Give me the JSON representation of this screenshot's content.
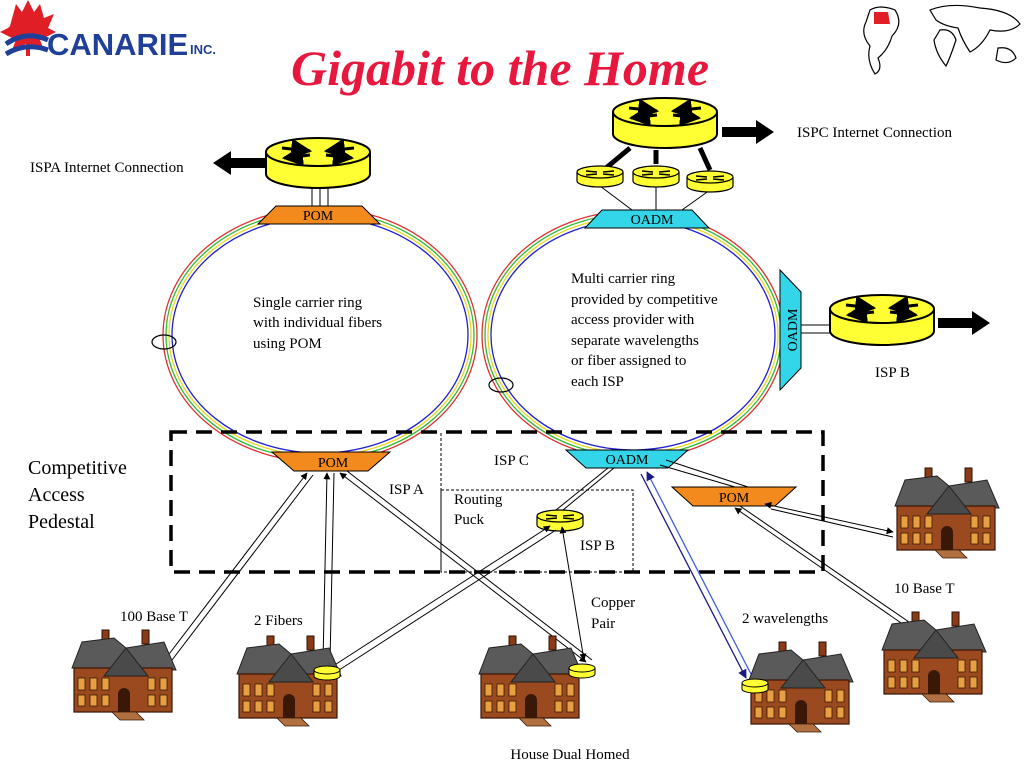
{
  "logo": {
    "name": "CANARIE",
    "suffix": "INC."
  },
  "title": "Gigabit to the Home",
  "colors": {
    "title": "#e8173d",
    "router": "#ffff33",
    "pom": "#f28a1e",
    "oadm": "#33d6e8",
    "logo_blue": "#1f3f99",
    "logo_red": "#e01e26",
    "ring_red": "#e03030",
    "ring_green": "#33bb33",
    "ring_yellow": "#e8d820",
    "ring_blue": "#2020d0"
  },
  "labels": {
    "ispa_connection": "ISPA Internet Connection",
    "ispc_connection": "ISPC Internet Connection",
    "isp_b_right": "ISP B",
    "left_ring": [
      "Single carrier ring",
      "with individual fibers",
      "using POM"
    ],
    "right_ring": [
      "Multi carrier ring",
      "provided by competitive",
      "access provider with",
      "separate wavelengths",
      "or fiber assigned to",
      "each ISP"
    ],
    "pedestal": [
      "Competitive",
      "Access",
      "Pedestal"
    ],
    "isp_a": "ISP A",
    "isp_c": "ISP C",
    "routing_puck": [
      "Routing",
      "Puck"
    ],
    "isp_b_puck": "ISP B",
    "copper_pair": [
      "Copper",
      "Pair"
    ],
    "two_wavelengths": "2 wavelengths",
    "ten_base_t": "10 Base T",
    "hundred_base_t": "100 Base T",
    "two_fibers": "2  Fibers",
    "house_dual_homed": "House Dual Homed"
  },
  "boxes": {
    "pom": "POM",
    "oadm": "OADM"
  },
  "icons": {
    "router": "router-icon",
    "house": "house-icon",
    "arrow": "arrow-icon",
    "world": "world-map-icon",
    "maple": "maple-leaf-icon"
  }
}
